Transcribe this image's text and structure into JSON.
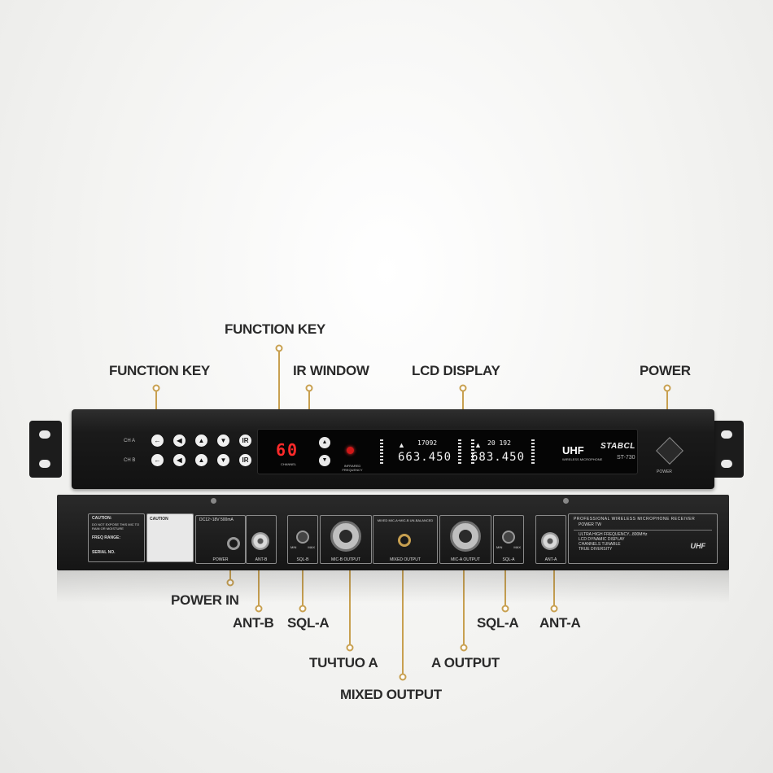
{
  "callouts": {
    "function_key_top": "FUNCTION KEY",
    "function_key_left": "FUNCTION KEY",
    "ir_window": "IR WINDOW",
    "lcd_display": "LCD DISPLAY",
    "power": "POWER",
    "power_in": "POWER IN",
    "ant_b": "ANT-B",
    "sql_a_left": "SQL-A",
    "output_a_left": "TUЧTUO A",
    "mixed_output": "MIXED OUTPUT",
    "a_output": "A OUTPUT",
    "sql_a_right": "SQL-A",
    "ant_a": "ANT-A"
  },
  "colors": {
    "leader": "#c8a050",
    "callout_text": "#2a2a2a",
    "segment_led": "#ff2a2a"
  },
  "front": {
    "ch_a": "CH A",
    "ch_b": "CH B",
    "buttons": [
      "←",
      "◀",
      "▲",
      "▼",
      "IR"
    ],
    "channel_digits": "60",
    "channel_caption": "CHANNEL",
    "ir_caption": "INFRARED FREQUENCY",
    "lcd_a_small": "17092",
    "lcd_a_freq": "663.450",
    "lcd_b_small": "20 192",
    "lcd_b_freq": "683.450",
    "uhf": "UHF",
    "wireless": "WIRELESS MICROPHONE",
    "brand": "STABCL",
    "model": "ST-730",
    "power_label": "POWER"
  },
  "rear": {
    "caution_title": "CAUTION:",
    "caution_text": "DO NOT EXPOSE THIS MIC TO RAIN OR MOISTURE",
    "freq_range": "FREQ RANGE:",
    "serial_no": "SERIAL NO.",
    "caution_small": "CAUTION",
    "dc_in": "DC12~18V 500mA",
    "power_section": "POWER",
    "ant_b": "ANT-B",
    "sql_b": "SQL-B",
    "mic_b_output": "MIC-B OUTPUT",
    "mixed_title": "MIXED MIC-A+MIC-B UN-BALANCED",
    "mixed_output": "MIXED OUTPUT",
    "mic_a_output": "MIC-A OUTPUT",
    "sql_a": "SQL-A",
    "ant_a": "ANT-A",
    "spec_title": "PROFESSIONAL WIRELESS MICROPHONE RECEIVER",
    "spec_power": "POWER TW",
    "spec_lines": [
      "ULTRA HIGH FREQUENCY...800MHz",
      "LCD DYNAMIC DISPLAY",
      "CHANNELS TUNABLE",
      "TRUE DIVERSITY"
    ],
    "uhf_badge": "UHF",
    "min": "MIN",
    "max": "MAX"
  }
}
